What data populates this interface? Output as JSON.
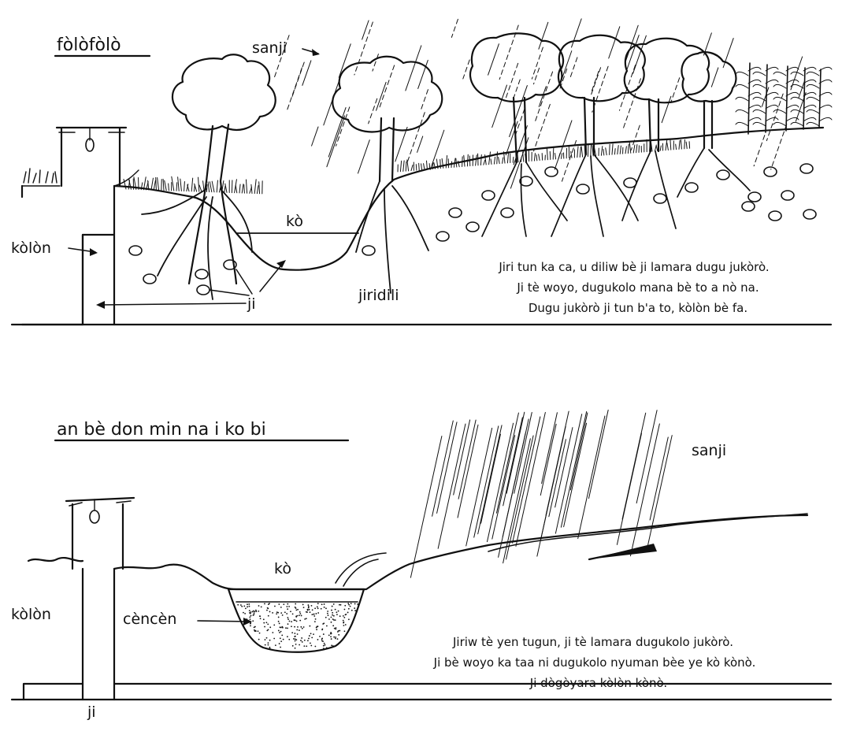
{
  "top": {
    "title": "fòlòfòlò",
    "rain_label": "sanji",
    "well_label": "kòlòn",
    "pond_label": "kò",
    "water_label": "ji",
    "root_label": "jiridili",
    "caption": [
      "Jiri tun ka ca, u diliw  bè ji lamara dugu jukòrò.",
      "Ji tè woyo, dugukolo mana bè to a nò na.",
      "Dugu jukòrò ji tun b'a to, kòlòn bè fa."
    ]
  },
  "bottom": {
    "title": "an bè don min na i ko bi",
    "rain_label": "sanji",
    "well_label": "kòlòn",
    "pond_label": "kò",
    "silt_label": "cèncèn",
    "water_label": "ji",
    "caption": [
      "Jiriw tè yen tugun, ji tè lamara dugukolo jukòrò.",
      "Ji bè woyo ka taa ni dugukolo nyuman bèe ye kò kònò.",
      "Ji dògòyara kòlòn kònò."
    ]
  }
}
